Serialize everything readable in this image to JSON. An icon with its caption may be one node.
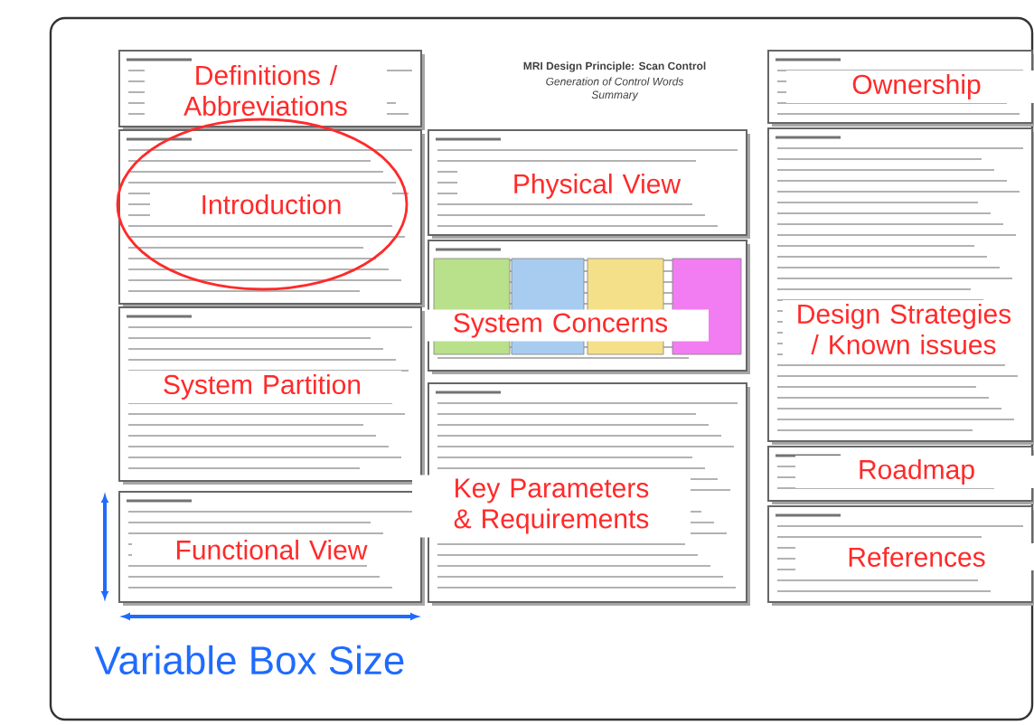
{
  "diagram": {
    "nodes": [
      {
        "text": [
          "Definitions / Abbreviations"
        ]
      },
      {
        "text": [
          "Introduction"
        ]
      },
      {
        "text": [
          "Physical View"
        ]
      },
      {
        "text": [
          "System Concerns"
        ]
      },
      {
        "text": [
          "System Partition"
        ]
      },
      {
        "text": [
          "Functional View"
        ]
      },
      {
        "text": [
          "Ownership"
        ]
      },
      {
        "text": [
          "Design Strategies / Known issues"
        ]
      },
      {
        "text": [
          "Key Parameters & Requirements"
        ]
      },
      {
        "text": [
          "Roadmap"
        ]
      },
      {
        "text": [
          "References"
        ]
      }
    ],
    "labels": [
      "MRI Design Principle: Scan Control",
      "Generation of Control Words",
      "Summary",
      "Variable Box Size"
    ]
  }
}
